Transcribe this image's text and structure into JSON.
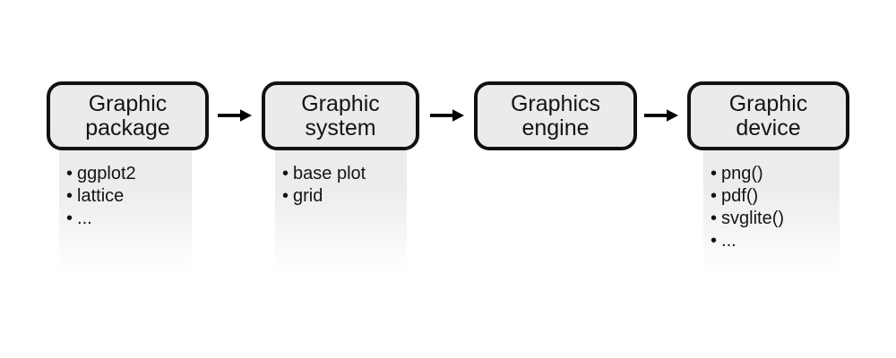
{
  "diagram": {
    "stages": [
      {
        "title_lines": [
          "Graphic",
          "package"
        ],
        "items": [
          "ggplot2",
          "lattice",
          "..."
        ]
      },
      {
        "title_lines": [
          "Graphic",
          "system"
        ],
        "items": [
          "base plot",
          "grid"
        ]
      },
      {
        "title_lines": [
          "Graphics",
          "engine"
        ],
        "items": []
      },
      {
        "title_lines": [
          "Graphic",
          "device"
        ],
        "items": [
          "png()",
          "pdf()",
          "svglite()",
          "..."
        ]
      }
    ],
    "colors": {
      "box_fill": "#ebebeb",
      "box_border": "#111111",
      "shadow_top": "#ececec",
      "text": "#141414",
      "arrow": "#000000",
      "background": "#ffffff"
    }
  }
}
